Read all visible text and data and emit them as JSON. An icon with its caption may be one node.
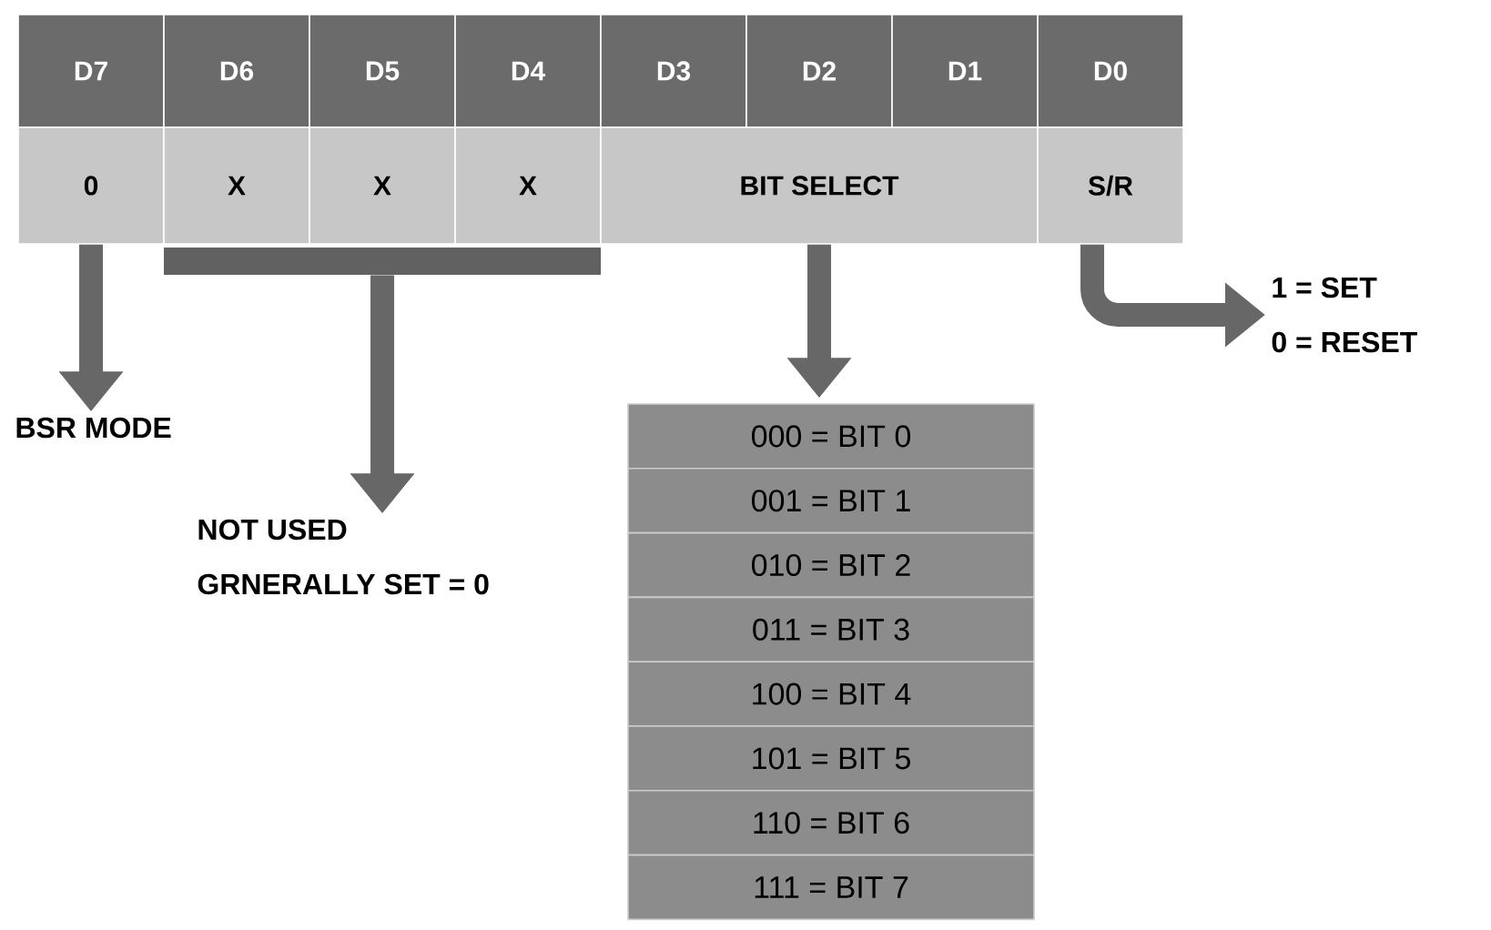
{
  "diagram": {
    "nodes": [
      {
        "text": [
          "D7"
        ]
      },
      {
        "text": [
          "D6"
        ]
      },
      {
        "text": [
          "D5"
        ]
      },
      {
        "text": [
          "D4"
        ]
      },
      {
        "text": [
          "D3"
        ]
      },
      {
        "text": [
          "D2"
        ]
      },
      {
        "text": [
          "D1"
        ]
      },
      {
        "text": [
          "D0"
        ]
      },
      {
        "text": [
          "0"
        ]
      },
      {
        "text": [
          "X"
        ]
      },
      {
        "text": [
          "X"
        ]
      },
      {
        "text": [
          "X"
        ]
      },
      {
        "text": [
          "BIT SELECT"
        ]
      },
      {
        "text": [
          "S/R"
        ]
      },
      {
        "text": [],
        "shape": "bar"
      },
      {
        "text": [
          "BSR MODE"
        ]
      },
      {
        "text": [
          "NOT USED",
          "GRNERALLY SET = 0"
        ]
      },
      {
        "text": [
          "1 = SET",
          "0 = RESET"
        ]
      },
      {
        "text": [
          "000 = BIT 0"
        ]
      },
      {
        "text": [
          "001 = BIT 1"
        ]
      },
      {
        "text": [
          "010 = BIT 2"
        ]
      },
      {
        "text": [
          "011 = BIT 3"
        ]
      },
      {
        "text": [
          "100 = BIT 4"
        ]
      },
      {
        "text": [
          "101 = BIT 5"
        ]
      },
      {
        "text": [
          "110 = BIT 6"
        ]
      },
      {
        "text": [
          "111 = BIT 7"
        ]
      }
    ],
    "edges": [
      {
        "from": 8,
        "to": 15,
        "arrow": "to"
      },
      {
        "from": 14,
        "to": 16,
        "arrow": "to"
      },
      {
        "from": 12,
        "to": 18,
        "arrow": "to"
      },
      {
        "from": 13,
        "to": 17,
        "arrow": "to"
      }
    ]
  }
}
